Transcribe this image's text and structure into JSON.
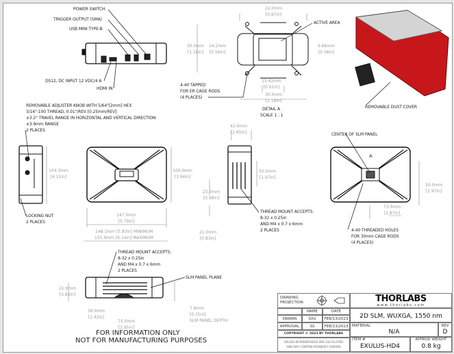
{
  "callouts": {
    "power_switch": "POWER SWITCH",
    "trigger_output": "TRIGGER OUTPUT (SMA)",
    "usb": "USB MINI TYPE-B",
    "dc_input": "DS12, DC INPUT 12 VDC/4 A",
    "hdmi": "HDMI IN",
    "knob": [
      "REMOVABLE ADJUSTER KNOB WITH 5/64\"[2mm] HEX",
      "3/16\"-100 THREAD, 0.01\"/REV [0.25mm/REV]",
      "±3.2° TRAVEL RANGE IN HORIZONTAL AND VERTICAL DIRECTION",
      "±3.9mm RANGE",
      "2 PLACES"
    ],
    "locking_nut": [
      "LOCKING NUT",
      "2 PLACES"
    ],
    "active_area": "ACTIVE AREA",
    "tapped": [
      "4-40 TAPPED",
      "FOR ER CAGE RODS",
      "(4 PLACES)"
    ],
    "detail": [
      "DETAIL A",
      "SCALE 1 : 1"
    ],
    "dust_cover": "REMOVABLE DUST COVER",
    "thread_mount_side": [
      "THREAD MOUNT ACCEPTS:",
      "8-32 x 0.25in",
      "AND M4 x 0.7 x 6mm",
      "2 PLACES"
    ],
    "center_slm": "CENTER OF SLM PANEL",
    "detail_marker": "A",
    "threaded_holes": [
      "4-40 THREADED HOLES",
      "FOR 30mm CAGE RODS",
      "(4 PLACES)"
    ],
    "thread_mount_bottom": [
      "THREAD MOUNT ACCEPTS:",
      "8-32 x 0.25in",
      "AND M4 x 0.7 x 6mm",
      "2 PLACES"
    ],
    "slm_plane": "SLM PANEL PLANE",
    "slm_depth": "SLM PANEL DEPTH",
    "disclaimer": [
      "FOR INFORMATION ONLY",
      "NOT FOR MANUFACTURING PURPOSES"
    ]
  },
  "dimensions": {
    "detail_22": [
      "22.0mm",
      "[0.87in]"
    ],
    "detail_30h": [
      "30.0mm",
      "[1.18in]"
    ],
    "detail_14": [
      "14.2mm",
      "[0.56in]"
    ],
    "detail_966": [
      "9.66mm",
      "[0.38in]"
    ],
    "detail_1542": [
      "15.42mm",
      "[0.61in]"
    ],
    "detail_30w": [
      "30.0mm",
      "[1.18in]"
    ],
    "h_104": [
      "104.3mm",
      "[4.11in]"
    ],
    "h_100": [
      "100.0mm",
      "[3.94in]"
    ],
    "w_147": [
      "147.0mm",
      "[5.79in]"
    ],
    "w_range": [
      "148.1mm [5.83in] MINIMUM",
      "155.9mm [6.14in] MAXIMUM"
    ],
    "d_25": [
      "25.0mm",
      "[0.98in]"
    ],
    "d_21": [
      "21.0mm",
      "[0.83in]"
    ],
    "w_42": [
      "42.0mm",
      "[1.65in]"
    ],
    "h_50_side": [
      "50.0mm",
      "[1.97in]"
    ],
    "h_50_front": [
      "50.0mm",
      "[1.97in]"
    ],
    "w_73": [
      "73.0mm",
      "[2.87in]"
    ],
    "b_21": [
      "21.0mm",
      "[0.83in]"
    ],
    "b_36": [
      "36.0mm",
      "[1.42in]"
    ],
    "b_75": [
      "75.0mm",
      "[2.95in]"
    ],
    "b_78": [
      "7.8mm",
      "[0.31in]"
    ]
  },
  "title_block": {
    "projection_label": "DRAWING PROJECTION",
    "col_name": "NAME",
    "col_date": "DATE",
    "drawn_label": "DRAWN",
    "drawn_name": "SXU",
    "drawn_date": "FEB/13/2023",
    "approval_label": "APPROVAL",
    "approval_name": "SS",
    "approval_date": "FEB/13/2023",
    "copyright": "COPYRIGHT © 2023 BY THORLABS",
    "note": [
      "VALUES IN PARENTHESIS ARE CALCULATED",
      "AND MAY CONTAIN ROUNDOFF ERRORS"
    ],
    "logo": "THORLABS",
    "url": "www.thorlabs.com",
    "title": "2D SLM, WUXGA, 1550 nm",
    "material_label": "MATERIAL",
    "material": "N/A",
    "rev_label": "REV",
    "rev": "D",
    "item_label": "ITEM #",
    "item": "EXULUS-HD4",
    "weight_label": "APPROX WEIGHT",
    "weight": "0.8 kg"
  },
  "colors": {
    "dimension": "#999999",
    "housing_render": "#c8171b",
    "line": "#111111"
  }
}
